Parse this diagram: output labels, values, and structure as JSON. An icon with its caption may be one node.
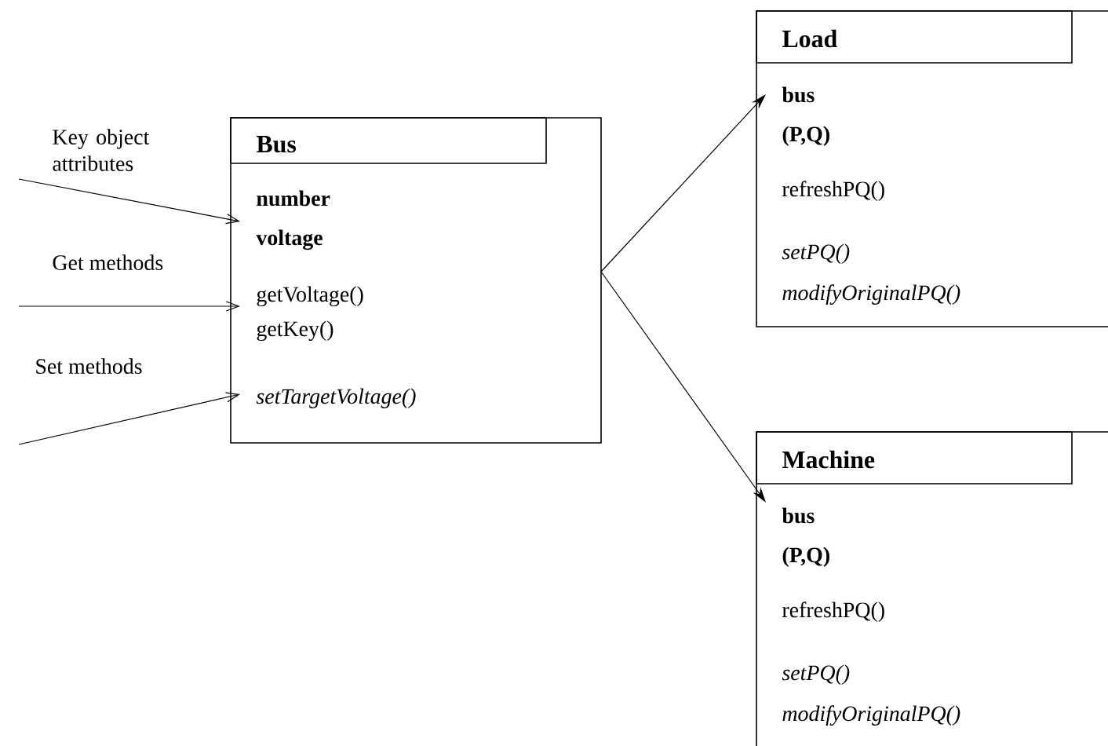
{
  "diagram": {
    "nodes": [
      {
        "text": [
          "Bus",
          "number",
          "voltage",
          "getVoltage()",
          "getKey()",
          "setTargetVoltage()"
        ]
      },
      {
        "text": [
          "Load",
          "bus",
          "(P,Q)",
          "refreshPQ()",
          "setPQ()",
          "modifyOriginalPQ()"
        ]
      },
      {
        "text": [
          "Machine",
          "bus",
          "(P,Q)",
          "refreshPQ()",
          "setPQ()",
          "modifyOriginalPQ()"
        ]
      }
    ],
    "edges": [
      {
        "from": null,
        "to": 0,
        "arrow": "to",
        "label": "Key object attributes"
      },
      {
        "from": null,
        "to": 0,
        "arrow": "to",
        "label": "Get methods"
      },
      {
        "from": null,
        "to": 0,
        "arrow": "to",
        "label": "Set methods"
      },
      {
        "from": 0,
        "to": 1,
        "arrow": "to"
      },
      {
        "from": 0,
        "to": 2,
        "arrow": "to"
      }
    ]
  }
}
